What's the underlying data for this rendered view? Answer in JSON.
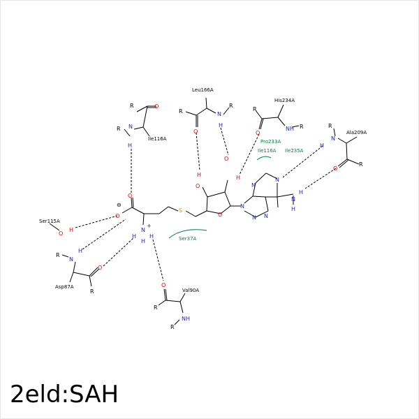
{
  "title": "2eld:SAH",
  "colors": {
    "bond": "#000000",
    "oxygen": "#e00000",
    "nitrogen": "#2020c0",
    "sulfur": "#c0a000",
    "hydrophobic": "#008040",
    "hbond": "#000000"
  },
  "residues": {
    "leu166": "Leu166A",
    "his234": "His234A",
    "ala209": "Ala209A",
    "ile116_top": "Ile116A",
    "ser115": "Ser115A",
    "asp87": "Asp87A",
    "val90": "Val90A"
  },
  "hydrophobic": {
    "pro233": "Pro233A",
    "ile116": "Ile116A",
    "ile235": "Ile235A",
    "ser37": "Ser37A"
  },
  "atoms": {
    "R": "R",
    "O": "O",
    "N": "N",
    "NH": "NH",
    "H": "H",
    "S": "S",
    "charge_minus": "⊖",
    "charge_plus": "+"
  }
}
